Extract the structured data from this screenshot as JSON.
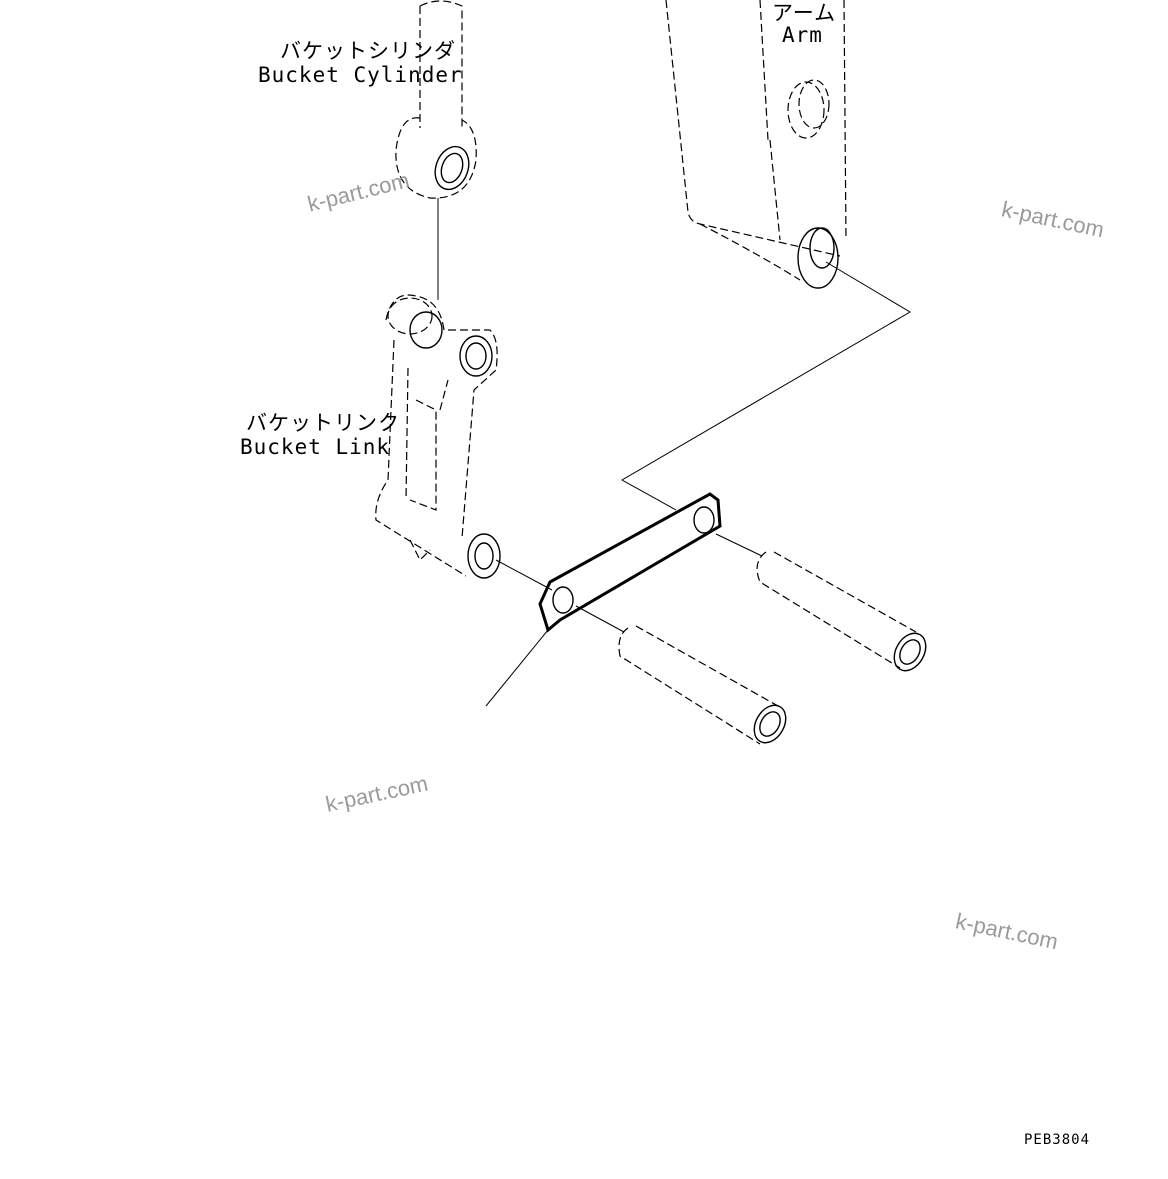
{
  "labels": {
    "bucket_cylinder_jp": "バケットシリンダ",
    "bucket_cylinder_en": "Bucket Cylinder",
    "arm_jp": "アーム",
    "arm_en": "Arm",
    "bucket_link_jp": "バケットリンク",
    "bucket_link_en": "Bucket Link"
  },
  "watermark": "k-part.com",
  "drawing_code": "PEB3804",
  "icons": [
    "bucket-cylinder-icon",
    "arm-icon",
    "bucket-link-icon",
    "shim-plate-icon",
    "pin-icon"
  ]
}
